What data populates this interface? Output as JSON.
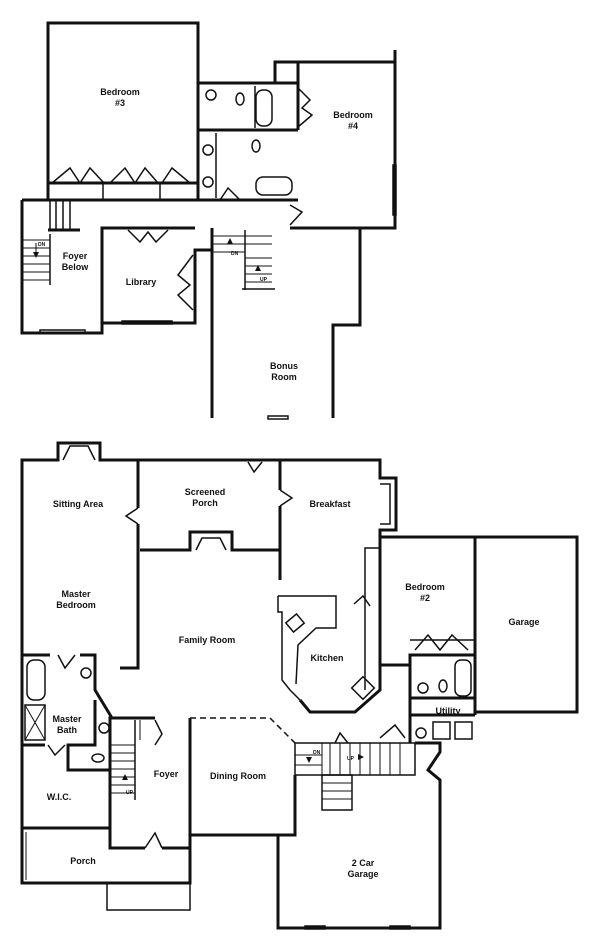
{
  "upper_floor": {
    "rooms": {
      "bedroom3": [
        "Bedroom",
        "#3"
      ],
      "bedroom4": [
        "Bedroom",
        "#4"
      ],
      "foyer_below": [
        "Foyer",
        "Below"
      ],
      "library": "Library",
      "bonus_room": [
        "Bonus",
        "Room"
      ]
    },
    "stairs": {
      "left_dn": "DN",
      "mid_dn": "DN",
      "mid_up": "UP"
    }
  },
  "main_floor": {
    "rooms": {
      "sitting_area": "Sitting Area",
      "screened_porch": [
        "Screened",
        "Porch"
      ],
      "breakfast": "Breakfast",
      "master_bedroom": [
        "Master",
        "Bedroom"
      ],
      "family_room": "Family Room",
      "kitchen": "Kitchen",
      "bedroom2": [
        "Bedroom",
        "#2"
      ],
      "garage": "Garage",
      "master_bath": [
        "Master",
        "Bath"
      ],
      "utility": "Utility",
      "foyer": "Foyer",
      "dining_room": "Dining Room",
      "wic": "W.I.C.",
      "porch": "Porch",
      "two_car_garage": [
        "2 Car",
        "Garage"
      ]
    },
    "stairs": {
      "foyer_up": "UP",
      "garage_dn": "DN",
      "garage_up": "UP"
    }
  }
}
